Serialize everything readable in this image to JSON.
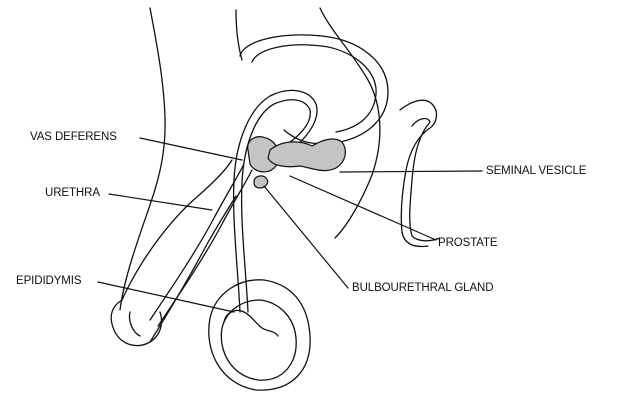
{
  "labels": {
    "vas_deferens": "VAS DEFERENS",
    "urethra": "URETHRA",
    "epididymis": "EPIDIDYMIS",
    "seminal_vesicle": "SEMINAL VESICLE",
    "prostate": "PROSTATE",
    "bulbourethral_gland": "BULBOURETHRAL GLAND"
  },
  "colors": {
    "line": "#111111",
    "gland_fill": "#c4c4c4",
    "background": "#ffffff"
  }
}
